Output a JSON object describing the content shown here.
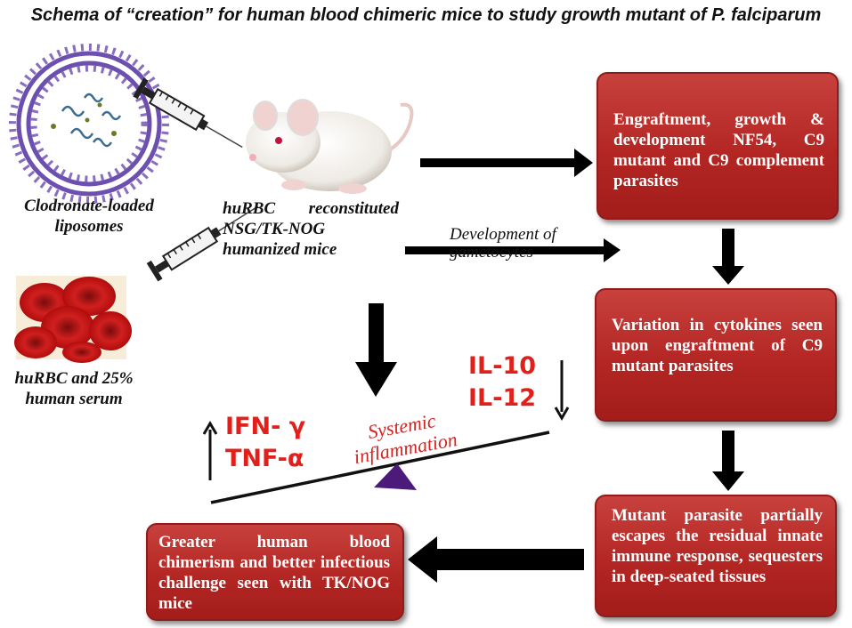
{
  "title": "Schema of “creation” for human blood chimeric mice to study growth mutant of P. falciparum",
  "left_labels": {
    "liposomes": "Clodronate-loaded liposomes",
    "mice": "huRBC reconstituted NSG/TK-NOG humanized mice",
    "serum": "huRBC and 25% human serum"
  },
  "arrow_label": "Development of gametocytes",
  "boxes": {
    "engraftment": "Engraftment, growth & development NF54, C9 mutant and C9 complement parasites",
    "cytokines": "Variation in cytokines seen upon engraftment of C9 mutant parasites",
    "escape": "Mutant parasite partially escapes the residual innate immune response, sequesters in deep-seated tissues",
    "chimerism": "Greater human blood chimerism and better infectious challenge seen with TK/NOG mice"
  },
  "cytokines_up": [
    "IFN- γ",
    "TNF-α"
  ],
  "cytokines_down": [
    "IL-10",
    "IL-12"
  ],
  "inflammation": [
    "Systemic",
    "inflammation"
  ],
  "icons": {
    "liposome": "liposome-icon",
    "syringe": "syringe-icon",
    "mouse": "mouse-icon",
    "rbc": "red-blood-cells-icon",
    "fulcrum": "triangle-fulcrum-icon"
  },
  "colors": {
    "box_red": "#b32623",
    "cytokine_red": "#e2201b",
    "fulcrum": "#4b1a7a",
    "membrane": "#7d5fb8"
  }
}
